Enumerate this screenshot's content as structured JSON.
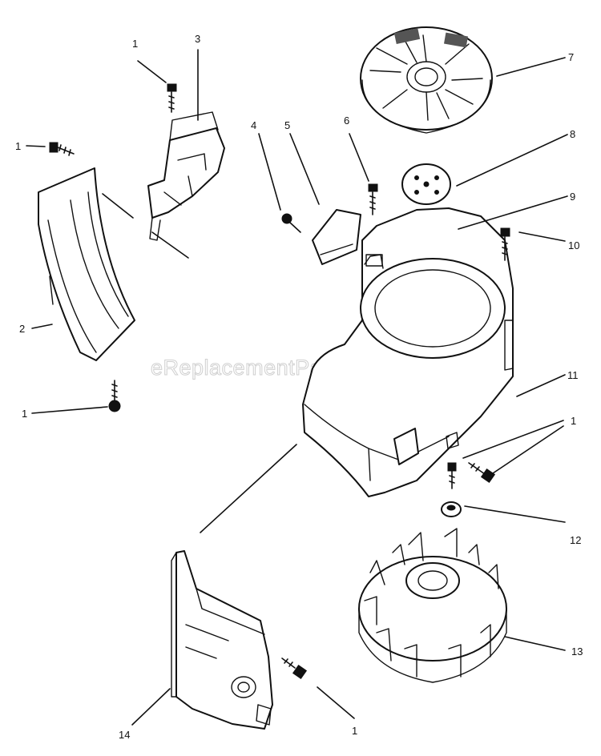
{
  "watermark": "eReplacementParts.com",
  "callouts": {
    "c1a": "1",
    "c1b": "1",
    "c1c": "1",
    "c1d": "1",
    "c1e": "1",
    "c2": "2",
    "c3": "3",
    "c4": "4",
    "c5": "5",
    "c6": "6",
    "c7": "7",
    "c8": "8",
    "c9": "9",
    "c10": "10",
    "c11": "11",
    "c12": "12",
    "c13": "13",
    "c14": "14"
  }
}
